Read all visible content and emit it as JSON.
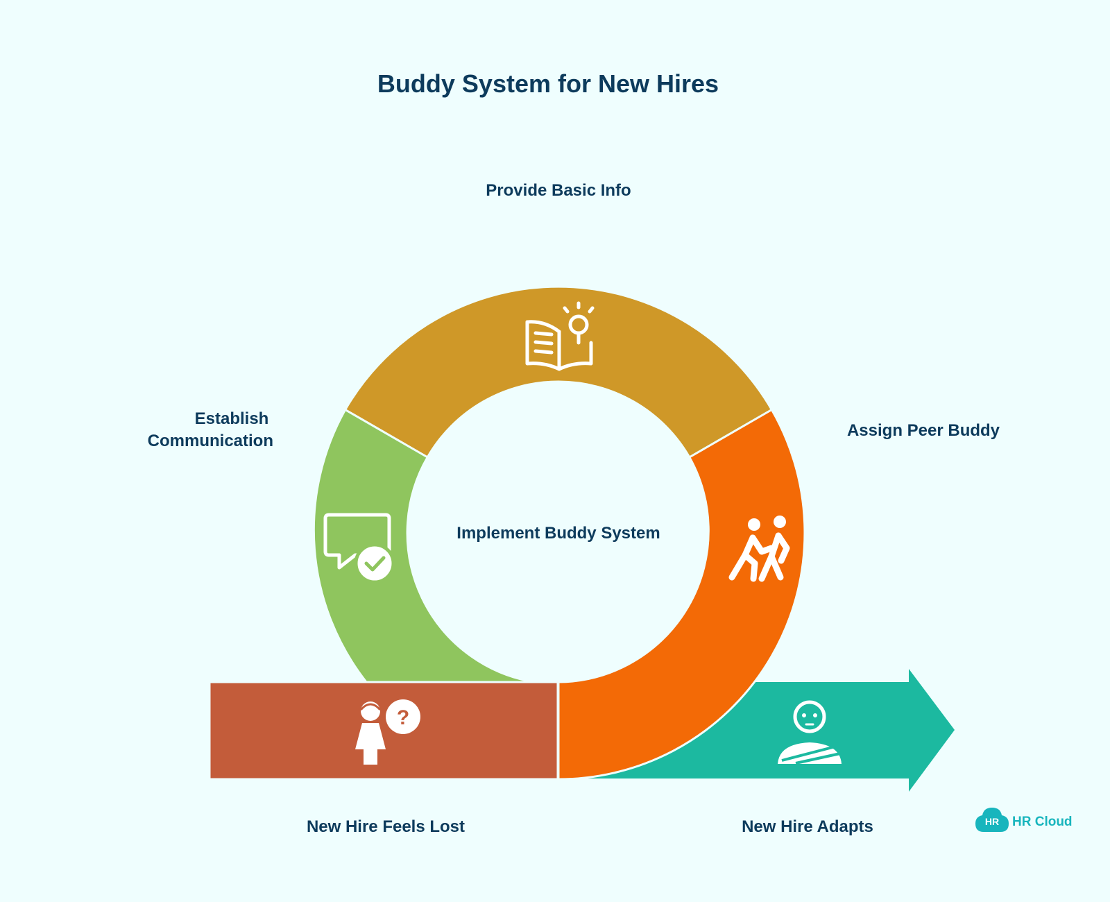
{
  "title": "Buddy System for New Hires",
  "center_label": "Implement Buddy System",
  "steps": [
    {
      "label": "New Hire Feels Lost",
      "icon": "confused-person-icon",
      "color": "#c35c3a"
    },
    {
      "label_lines": [
        "Establish",
        "Communication"
      ],
      "icon": "chat-check-icon",
      "color": "#8fc55e"
    },
    {
      "label": "Provide Basic Info",
      "icon": "book-lightbulb-icon",
      "color": "#cf9828"
    },
    {
      "label": "Assign Peer Buddy",
      "icon": "two-people-icon",
      "color": "#f36a06"
    },
    {
      "label": "New Hire Adapts",
      "icon": "person-badge-icon",
      "color": "#1cb9a0"
    }
  ],
  "logo": {
    "badge": "HR",
    "text": "HR Cloud",
    "color": "#18b5bd"
  },
  "colors": {
    "background": "#effefe",
    "text": "#0d3b5c"
  }
}
